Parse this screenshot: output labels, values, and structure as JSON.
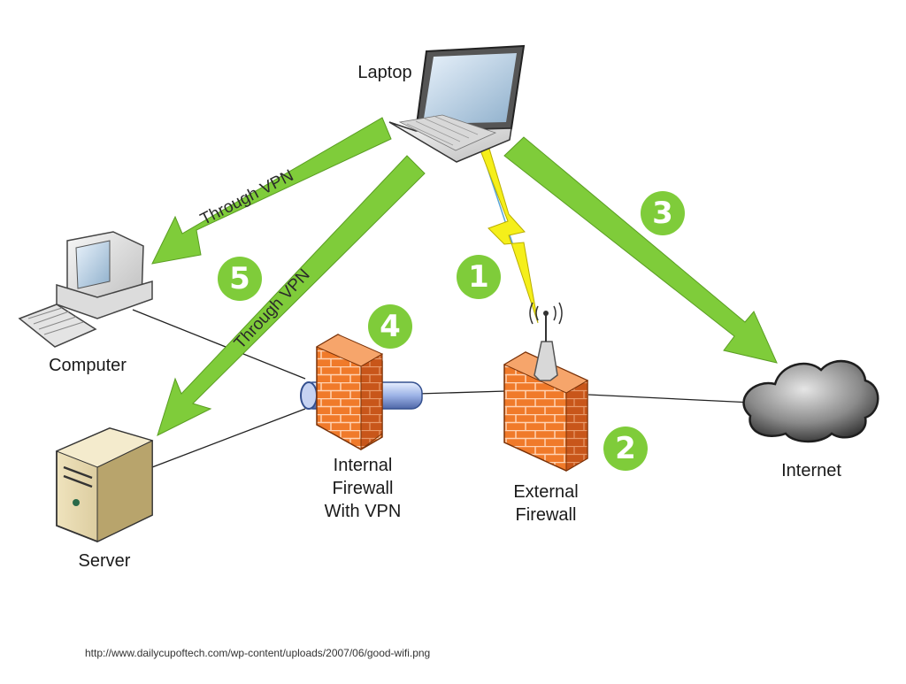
{
  "nodes": {
    "laptop": "Laptop",
    "computer": "Computer",
    "server": "Server",
    "internal_firewall": [
      "Internal",
      "Firewall",
      "With VPN"
    ],
    "external_firewall": [
      "External",
      "Firewall"
    ],
    "internet": "Internet"
  },
  "arrow_labels": {
    "to_computer": "Through VPN",
    "to_server": "Through VPN"
  },
  "steps": [
    "1",
    "2",
    "3",
    "4",
    "5"
  ],
  "colors": {
    "arrow_green": "#7fcc3a",
    "step_badge": "#7fcc3a",
    "firewall_brick": "#f07a2a",
    "wireless_bolt": "#f5ef1a"
  },
  "source_url": "http://www.dailycupoftech.com/wp-content/uploads/2007/06/good-wifi.png"
}
